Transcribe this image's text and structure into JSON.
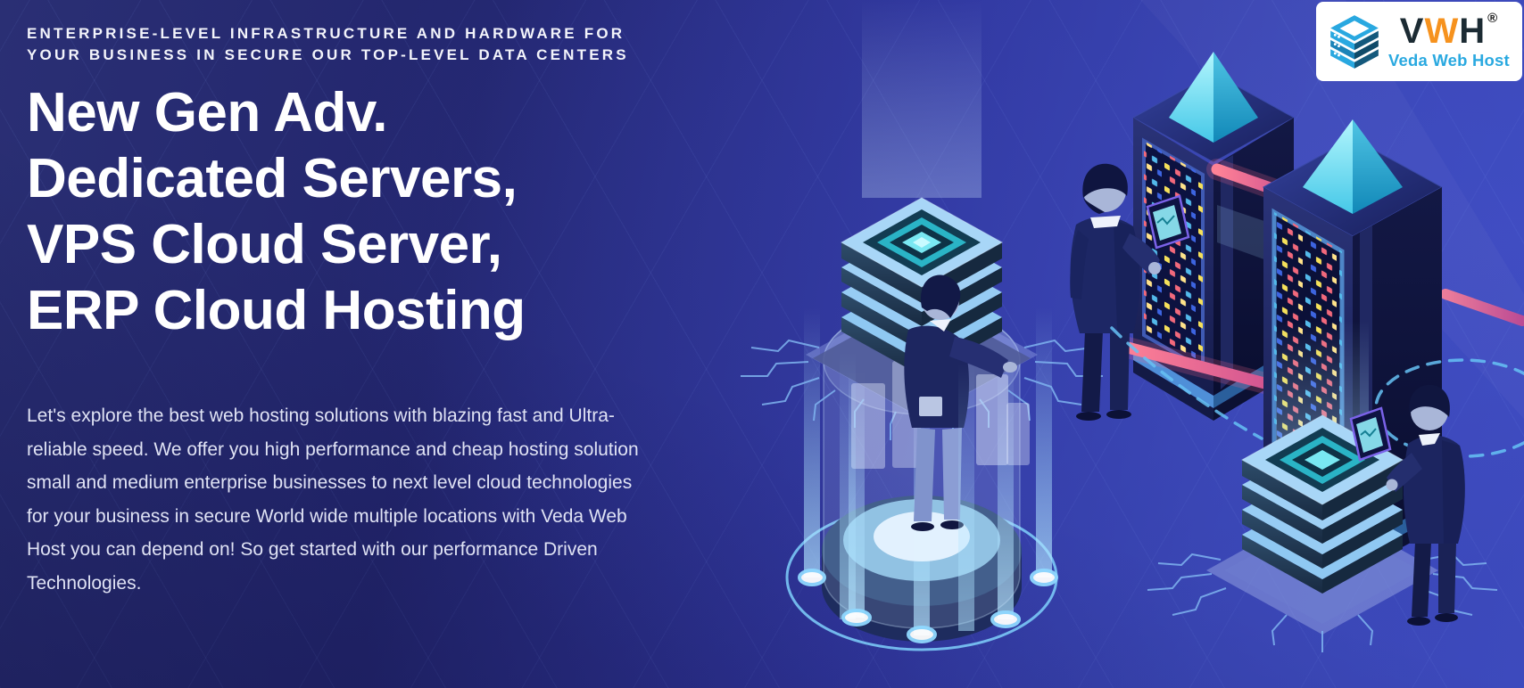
{
  "page": {
    "background": {
      "gradient_left": "#23266e",
      "gradient_mid": "#2f349a",
      "gradient_right": "#3e4bc0"
    }
  },
  "hero": {
    "eyebrow": "ENTERPRISE-LEVEL INFRASTRUCTURE AND HARDWARE FOR YOUR BUSINESS IN SECURE OUR TOP-LEVEL DATA CENTERS",
    "heading_lines": [
      "New Gen Adv.",
      "Dedicated Servers,",
      "VPS Cloud Server,",
      "ERP Cloud Hosting"
    ],
    "description": "Let's explore the best web hosting solutions with blazing fast and Ultra-reliable speed. We offer you high performance and cheap hosting solution small and medium enterprise businesses to next level cloud technologies for your business in secure World wide multiple locations with Veda Web Host you can depend on! So get started with our performance Driven Technologies."
  },
  "logo": {
    "monogram": {
      "v": "V",
      "w": "W",
      "h": "H"
    },
    "registered_mark": "®",
    "wordmark": "Veda Web Host",
    "colors": {
      "primary_blue": "#2aa9e0",
      "accent_orange": "#f6921e",
      "dark": "#1c2b33"
    }
  },
  "illustration": {
    "icons": [
      "server-stack-hologram-icon",
      "circuit-board-icon",
      "server-tower-icon",
      "server-tower-icon",
      "chip-platform-icon",
      "engineer-figure",
      "engineer-with-tablet-figure",
      "engineer-with-tablet-figure"
    ],
    "led_colors": [
      "#f5e05a",
      "#f2697c",
      "#53b9ea",
      "#3d64e0"
    ],
    "accent_pink": "#ff6b8f",
    "accent_cyan": "#59e0f0"
  }
}
